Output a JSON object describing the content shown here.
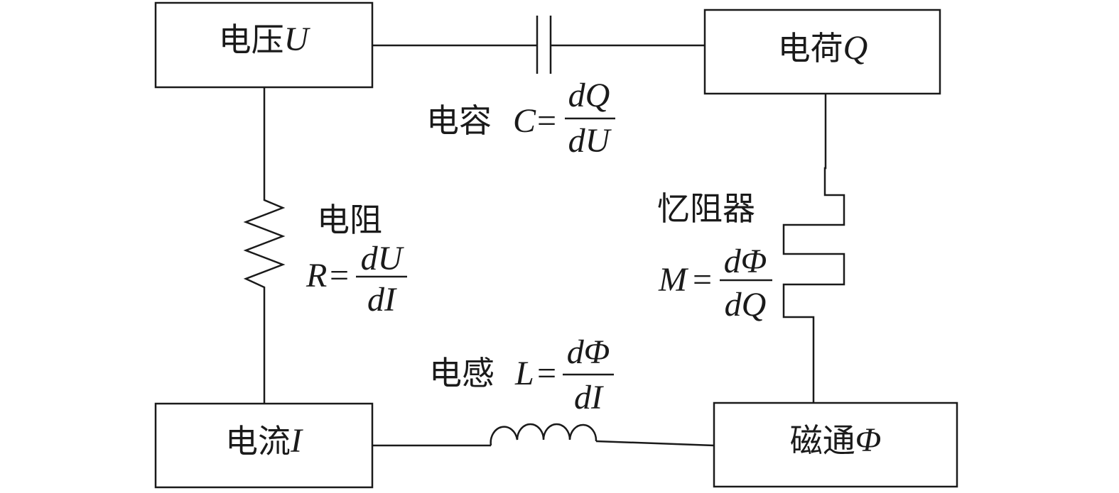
{
  "nodes": {
    "voltage": {
      "label": "电压",
      "symbol": "U"
    },
    "charge": {
      "label": "电荷",
      "symbol": "Q"
    },
    "current": {
      "label": "电流",
      "symbol": "I"
    },
    "flux": {
      "label": "磁通",
      "symbol": "Φ"
    }
  },
  "elements": {
    "capacitor": {
      "label": "电容",
      "symbol": "C",
      "equals": "=",
      "numerator": "dQ",
      "denominator": "dU"
    },
    "resistor": {
      "label": "电阻",
      "symbol": "R",
      "equals": "=",
      "numerator": "dU",
      "denominator": "dI"
    },
    "memristor": {
      "label": "忆阻器",
      "symbol": "M",
      "equals": "=",
      "numerator": "dΦ",
      "denominator": "dQ"
    },
    "inductor": {
      "label": "电感",
      "symbol": "L",
      "equals": "=",
      "numerator": "dΦ",
      "denominator": "dI"
    }
  },
  "colors": {
    "line": "#1a1a1a",
    "background": "#ffffff"
  }
}
